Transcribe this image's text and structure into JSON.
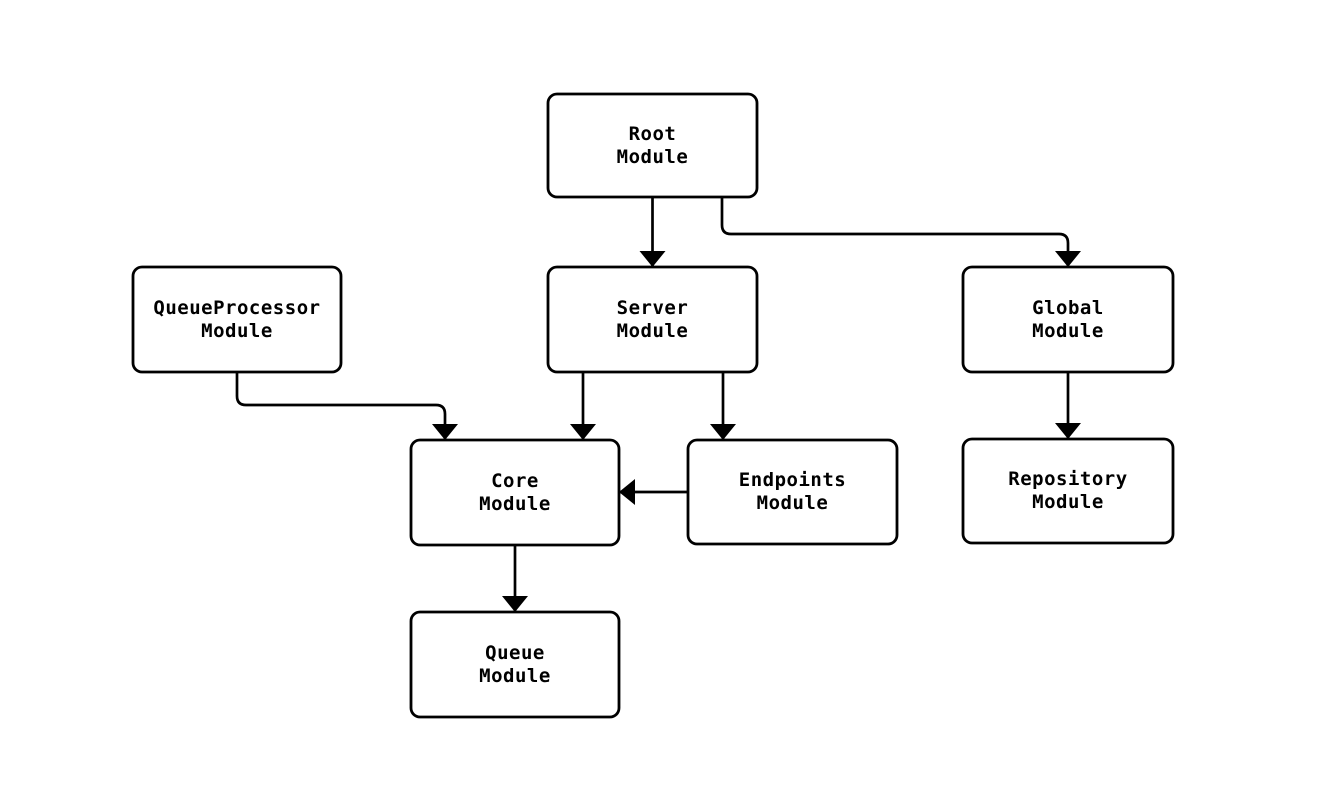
{
  "diagram": {
    "background_color": "#ffffff",
    "stroke_color": "#000000",
    "node_fill_color": "#ffffff",
    "nodes": [
      {
        "id": "root",
        "line1": "Root",
        "line2": "Module"
      },
      {
        "id": "queueprocessor",
        "line1": "QueueProcessor",
        "line2": "Module"
      },
      {
        "id": "server",
        "line1": "Server",
        "line2": "Module"
      },
      {
        "id": "global",
        "line1": "Global",
        "line2": "Module"
      },
      {
        "id": "core",
        "line1": "Core",
        "line2": "Module"
      },
      {
        "id": "endpoints",
        "line1": "Endpoints",
        "line2": "Module"
      },
      {
        "id": "repository",
        "line1": "Repository",
        "line2": "Module"
      },
      {
        "id": "queue",
        "line1": "Queue",
        "line2": "Module"
      }
    ],
    "edges": [
      {
        "from": "root",
        "to": "server"
      },
      {
        "from": "root",
        "to": "global"
      },
      {
        "from": "queueprocessor",
        "to": "core"
      },
      {
        "from": "server",
        "to": "core"
      },
      {
        "from": "server",
        "to": "endpoints"
      },
      {
        "from": "endpoints",
        "to": "core"
      },
      {
        "from": "global",
        "to": "repository"
      },
      {
        "from": "core",
        "to": "queue"
      }
    ]
  }
}
